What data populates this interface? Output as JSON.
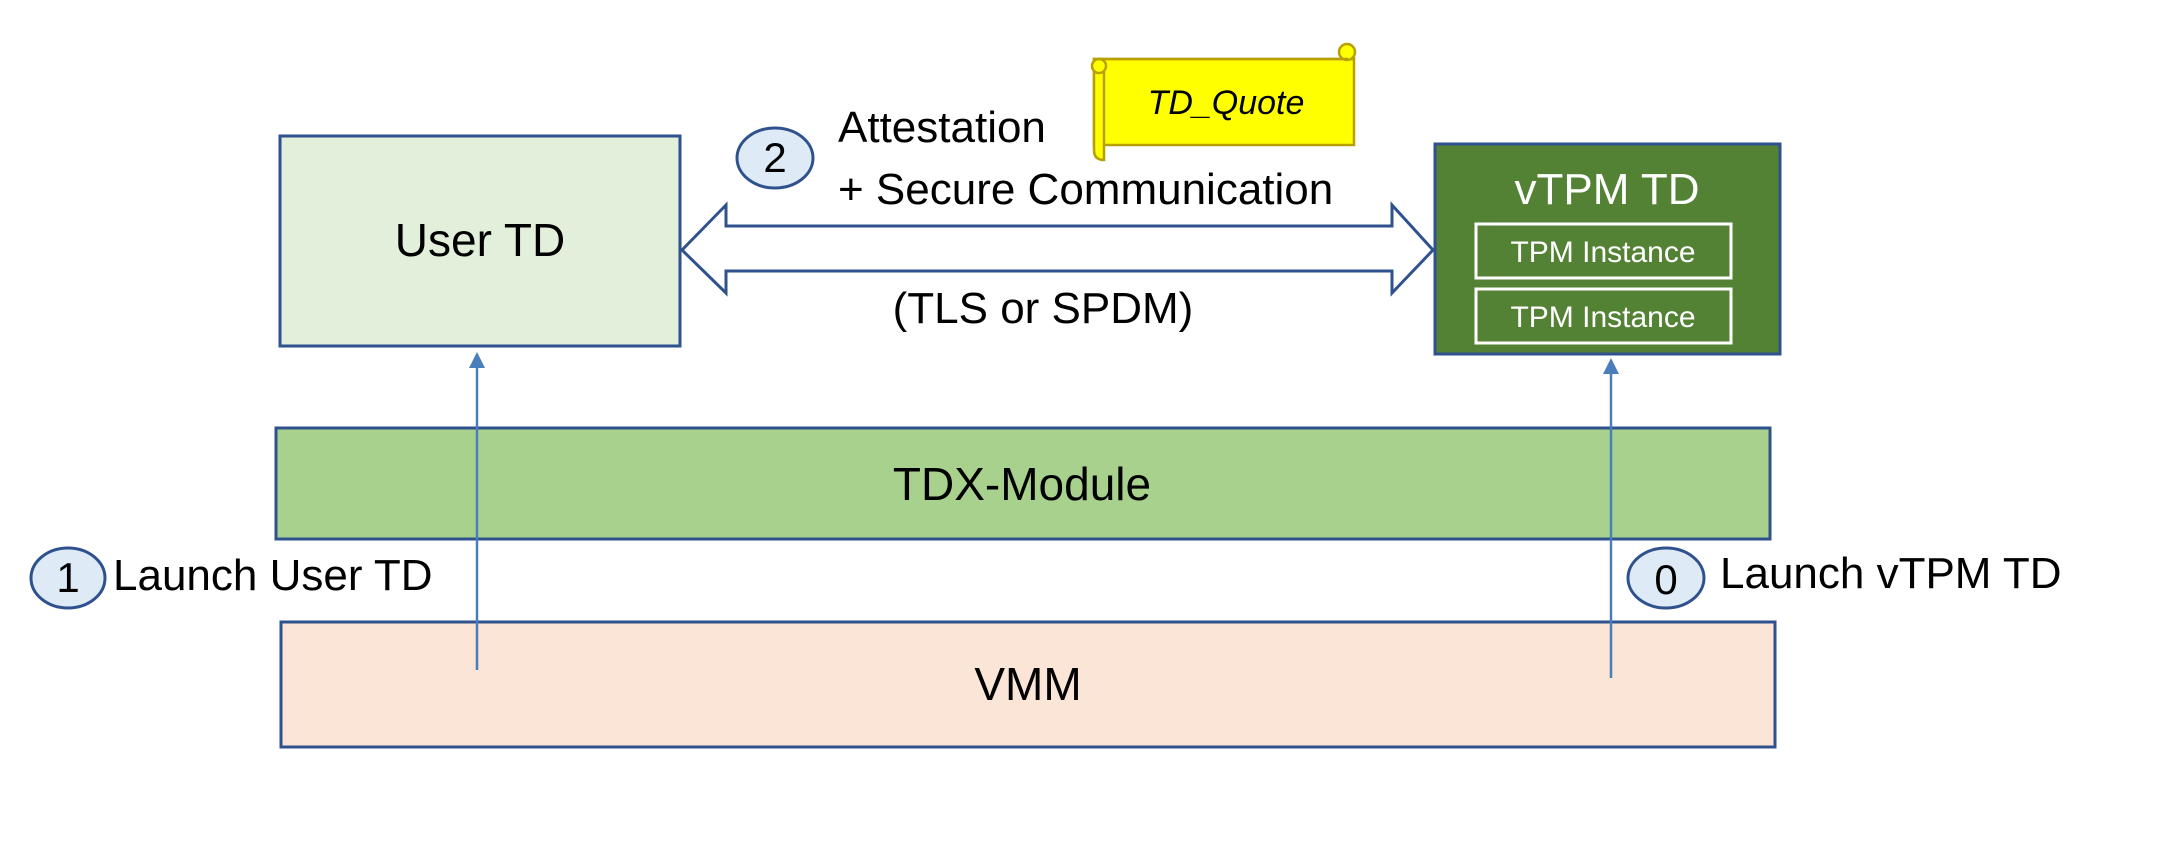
{
  "boxes": {
    "user_td": {
      "label": "User TD"
    },
    "vtpm_td": {
      "label": "vTPM TD",
      "instances": [
        "TPM Instance",
        "TPM Instance"
      ]
    },
    "tdx_module": {
      "label": "TDX-Module"
    },
    "vmm": {
      "label": "VMM"
    }
  },
  "steps": {
    "step0": {
      "number": "0",
      "label": "Launch vTPM TD"
    },
    "step1": {
      "number": "1",
      "label": "Launch User TD"
    },
    "step2": {
      "number": "2",
      "line1": "Attestation",
      "line2": "+ Secure Communication",
      "note": "(TLS or SPDM)"
    }
  },
  "quote": {
    "label": "TD_Quote"
  },
  "colors": {
    "border_blue": "#2f528f",
    "user_td_fill": "#e2efda",
    "vtpm_fill": "#548235",
    "tdx_fill": "#a9d18e",
    "vmm_fill": "#fbe5d6",
    "step_circle_fill": "#deebf7",
    "arrow_blue": "#4a7ebb",
    "quote_fill": "#ffff00",
    "quote_border": "#b8a000"
  }
}
